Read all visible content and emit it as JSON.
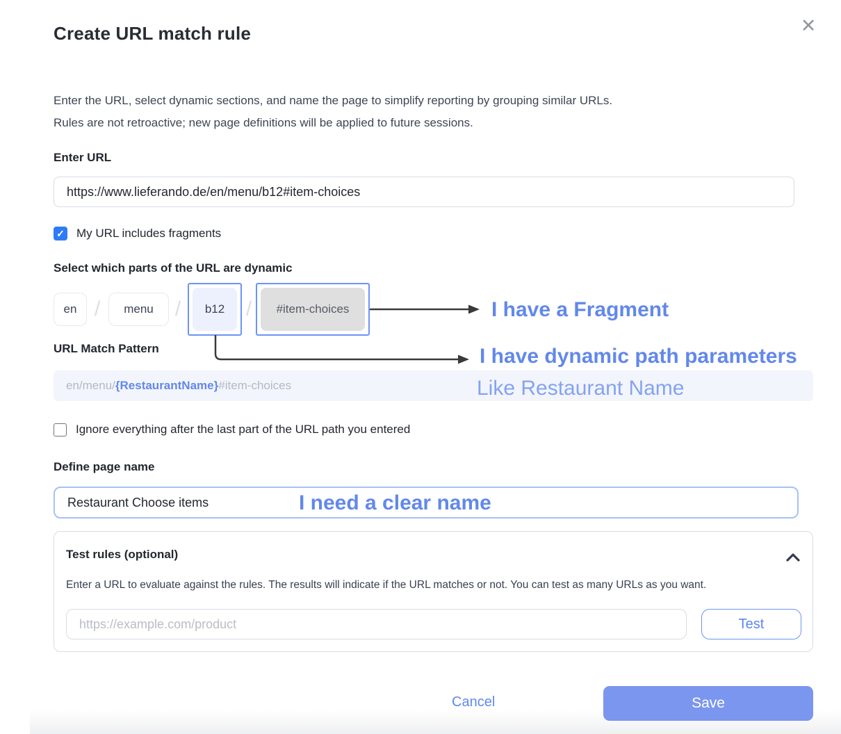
{
  "modal": {
    "title": "Create URL match rule",
    "description_line1": "Enter the URL, select dynamic sections, and name the page to simplify reporting by grouping similar URLs.",
    "description_line2": "Rules are not retroactive; new page definitions will be applied to future sessions."
  },
  "icons": {
    "close": "✕",
    "checkmark": "✓"
  },
  "enter_url": {
    "label": "Enter URL",
    "value": "https://www.lieferando.de/en/menu/b12#item-choices"
  },
  "fragments_checkbox": {
    "label": "My URL includes fragments",
    "checked": true
  },
  "dynamic_parts": {
    "label": "Select which parts of the URL are dynamic",
    "separator": "/",
    "segments": [
      {
        "text": "en",
        "state": "normal"
      },
      {
        "text": "menu",
        "state": "normal"
      },
      {
        "text": "b12",
        "state": "selected-dynamic"
      },
      {
        "text": "#item-choices",
        "state": "selected-fragment"
      }
    ]
  },
  "match_pattern": {
    "label": "URL Match Pattern",
    "prefix": "en/menu/",
    "dynamic_token": "{RestaurantName}",
    "suffix": "#item-choices"
  },
  "annotations": {
    "fragment": "I have a Fragment",
    "dynamic_path": "I have dynamic path parameters",
    "dynamic_path_sub": "Like Restaurant Name",
    "clear_name": "I need a clear name"
  },
  "ignore_checkbox": {
    "label": "Ignore everything after the last part of the URL path you entered",
    "checked": false
  },
  "page_name": {
    "label": "Define page name",
    "value": "Restaurant Choose items"
  },
  "test_rules": {
    "title": "Test rules (optional)",
    "description": "Enter a URL to evaluate against the rules. The results will indicate if the URL matches or not. You can test as many URLs as you want.",
    "input_placeholder": "https://example.com/product",
    "test_button": "Test"
  },
  "footer": {
    "cancel": "Cancel",
    "save": "Save"
  },
  "colors": {
    "accent_border": "#6d93f5",
    "annotation_blue": "#6288ea",
    "annotation_light_blue": "#84a3f0",
    "checkbox_checked": "#2e7bf6",
    "save_button": "#7b96ee",
    "pattern_background": "#f3f5fc",
    "fragment_chip_gray": "#dfdfdf"
  }
}
